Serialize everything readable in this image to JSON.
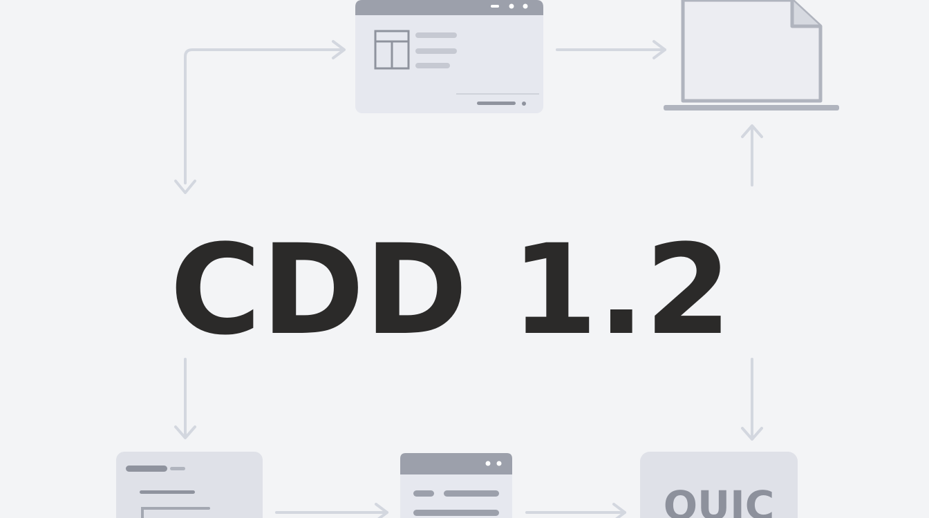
{
  "diagram": {
    "title": "CDD 1.2",
    "quic_label": "QUIC",
    "nodes": [
      {
        "id": "browser-window",
        "icon": "browser-window-icon"
      },
      {
        "id": "document",
        "icon": "document-on-stand-icon"
      },
      {
        "id": "list-panel",
        "icon": "list-panel-icon"
      },
      {
        "id": "settings-window",
        "icon": "settings-window-icon"
      },
      {
        "id": "quic-box",
        "icon": "quic-box-icon"
      }
    ],
    "edges": [
      {
        "from": "left-column",
        "to": "browser-window"
      },
      {
        "from": "browser-window",
        "to": "document"
      },
      {
        "from": "left-column",
        "to": "title",
        "direction": "down"
      },
      {
        "from": "title",
        "to": "document",
        "direction": "up"
      },
      {
        "from": "title",
        "to": "list-panel",
        "direction": "down"
      },
      {
        "from": "title",
        "to": "quic-box",
        "direction": "down"
      },
      {
        "from": "list-panel",
        "to": "settings-window"
      },
      {
        "from": "settings-window",
        "to": "quic-box"
      }
    ]
  },
  "colors": {
    "background": "#f3f4f6",
    "title": "#2b2a29",
    "window_frame": "#9ca0ab",
    "window_body": "#e6e8ef",
    "arrow": "#d3d7df"
  }
}
